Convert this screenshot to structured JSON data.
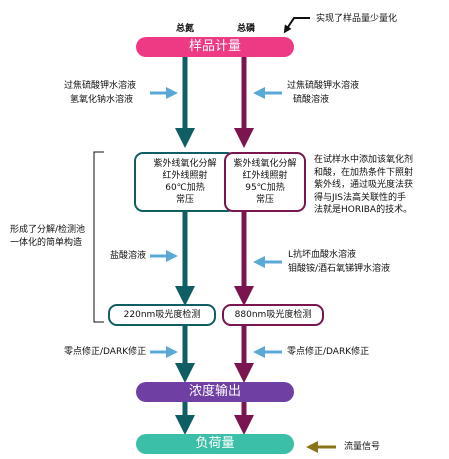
{
  "top": {
    "label_total_n": "总氮",
    "label_total_p": "总磷",
    "note": "实现了样品量少量化"
  },
  "bars": {
    "sample": "样品计量",
    "concentration": "浓度输出",
    "load": "负荷量"
  },
  "reagents": {
    "left1": [
      "过焦硫酸钾水溶液",
      "氢氧化钠水溶液"
    ],
    "right1": [
      "过焦硫酸钾水溶液",
      "硫酸溶液"
    ],
    "left2": "盐酸溶液",
    "right2": [
      "L抗坏血酸水溶液",
      "钼酸铵/酒石氧锑钾水溶液"
    ],
    "left3": "零点修正/DARK修正",
    "right3": "零点修正/DARK修正",
    "flow_signal": "流量信号"
  },
  "boxes": {
    "n_decompose": [
      "紫外线氧化分解",
      "红外线照射",
      "60℃加热",
      "常压"
    ],
    "p_decompose": [
      "紫外线氧化分解",
      "红外线照射",
      "95℃加热",
      "常压"
    ],
    "n_measure": "220nm吸光度检测",
    "p_measure": "880nm吸光度检测"
  },
  "side_note_left": [
    "形成了分解/检测池",
    "一体化的简单构造"
  ],
  "side_note_right": [
    "在试样水中添加该氧化剂",
    "和酸，在加热条件下照射",
    "紫外线，通过吸光度法获",
    "得与JIS法高关联性的手",
    "法就是HORIBA的技术。"
  ],
  "colors": {
    "pink": "#ee3a84",
    "purple": "#6f3fa3",
    "teal_bar": "#3bbfa8",
    "n_line": "#0f5e63",
    "p_line": "#7a1550",
    "arrow_blue": "#5aa8d6",
    "arrow_gold": "#8a7418"
  }
}
